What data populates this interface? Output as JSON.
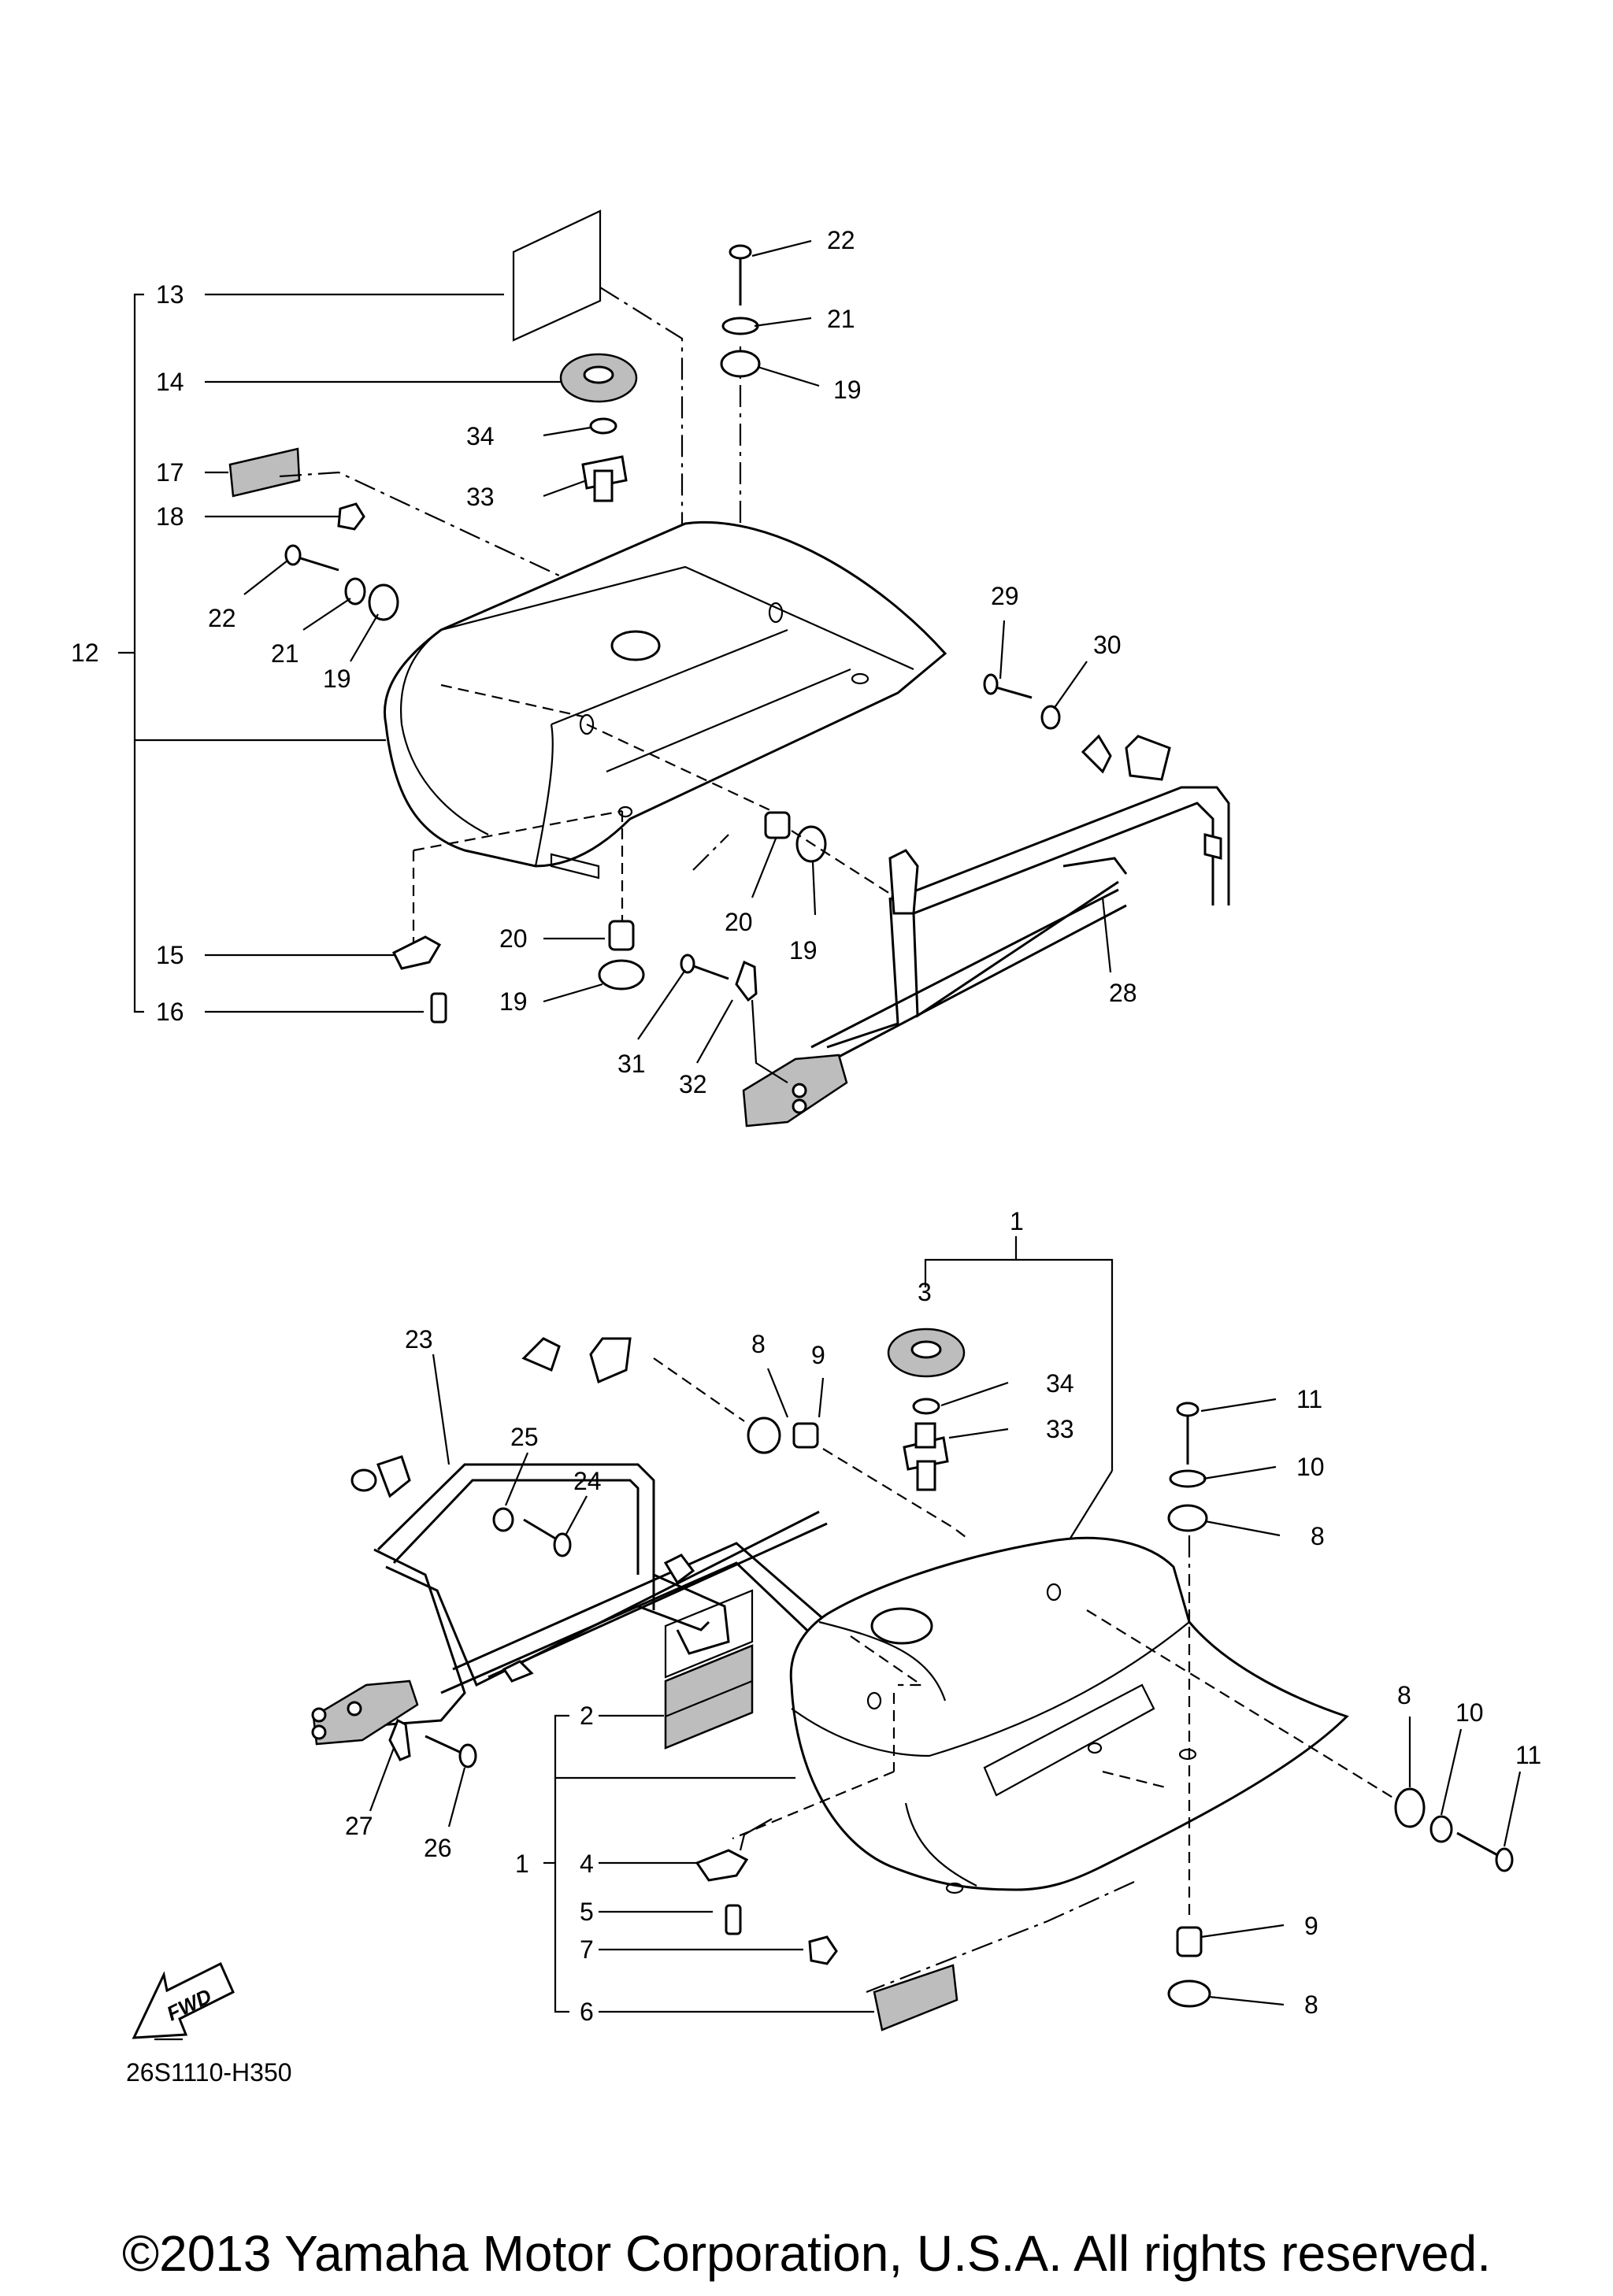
{
  "diagram_code": "26S1110-H350",
  "copyright": "©2013 Yamaha Motor Corporation, U.S.A. All rights reserved.",
  "fwd_label": "FWD",
  "callouts": {
    "c1a": "1",
    "c1b": "1",
    "c2": "2",
    "c3": "3",
    "c4": "4",
    "c5": "5",
    "c6": "6",
    "c7": "7",
    "c8a": "8",
    "c8b": "8",
    "c8c": "8",
    "c8d": "8",
    "c9a": "9",
    "c9b": "9",
    "c10a": "10",
    "c10b": "10",
    "c11a": "11",
    "c11b": "11",
    "c12": "12",
    "c13": "13",
    "c14": "14",
    "c15": "15",
    "c16": "16",
    "c17": "17",
    "c18": "18",
    "c19a": "19",
    "c19b": "19",
    "c19c": "19",
    "c19d": "19",
    "c20a": "20",
    "c20b": "20",
    "c21a": "21",
    "c21b": "21",
    "c22a": "22",
    "c22b": "22",
    "c23": "23",
    "c24": "24",
    "c25": "25",
    "c26": "26",
    "c27": "27",
    "c28": "28",
    "c29": "29",
    "c30": "30",
    "c31": "31",
    "c32": "32",
    "c33a": "33",
    "c33b": "33",
    "c34a": "34",
    "c34b": "34"
  }
}
